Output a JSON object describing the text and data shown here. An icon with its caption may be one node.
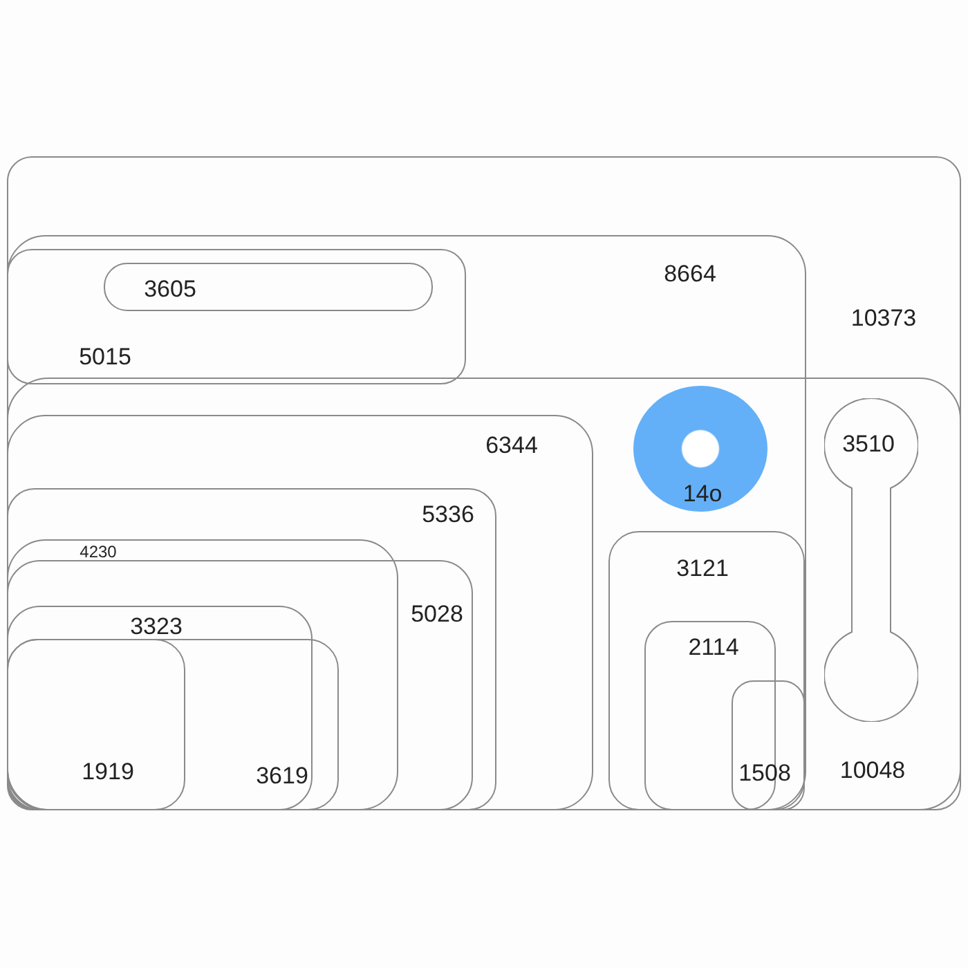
{
  "diagram": {
    "nodes": [
      {
        "text": [
          "10373"
        ]
      },
      {
        "text": [
          "8664"
        ],
        "in": 0
      },
      {
        "text": [
          "5015"
        ],
        "in": 1
      },
      {
        "text": [
          "3605"
        ],
        "in": 2
      },
      {
        "text": [
          "10048"
        ],
        "in": 0
      },
      {
        "text": [
          "6344"
        ],
        "in": 4
      },
      {
        "text": [
          "5336"
        ],
        "in": 5
      },
      {
        "text": [
          "4230"
        ],
        "in": 6
      },
      {
        "text": [
          "5028"
        ],
        "in": 6
      },
      {
        "text": [
          "3323"
        ],
        "in": 7
      },
      {
        "text": [
          "3619"
        ],
        "in": 7
      },
      {
        "text": [
          "1919"
        ],
        "in": 10
      },
      {
        "text": [
          "14o"
        ],
        "in": 4
      },
      {
        "text": [
          "3510"
        ],
        "in": 4
      },
      {
        "text": [
          "3121"
        ],
        "in": 4
      },
      {
        "text": [
          "2114"
        ],
        "in": 14
      },
      {
        "text": [
          "1508"
        ],
        "in": 14
      }
    ],
    "edges": []
  }
}
